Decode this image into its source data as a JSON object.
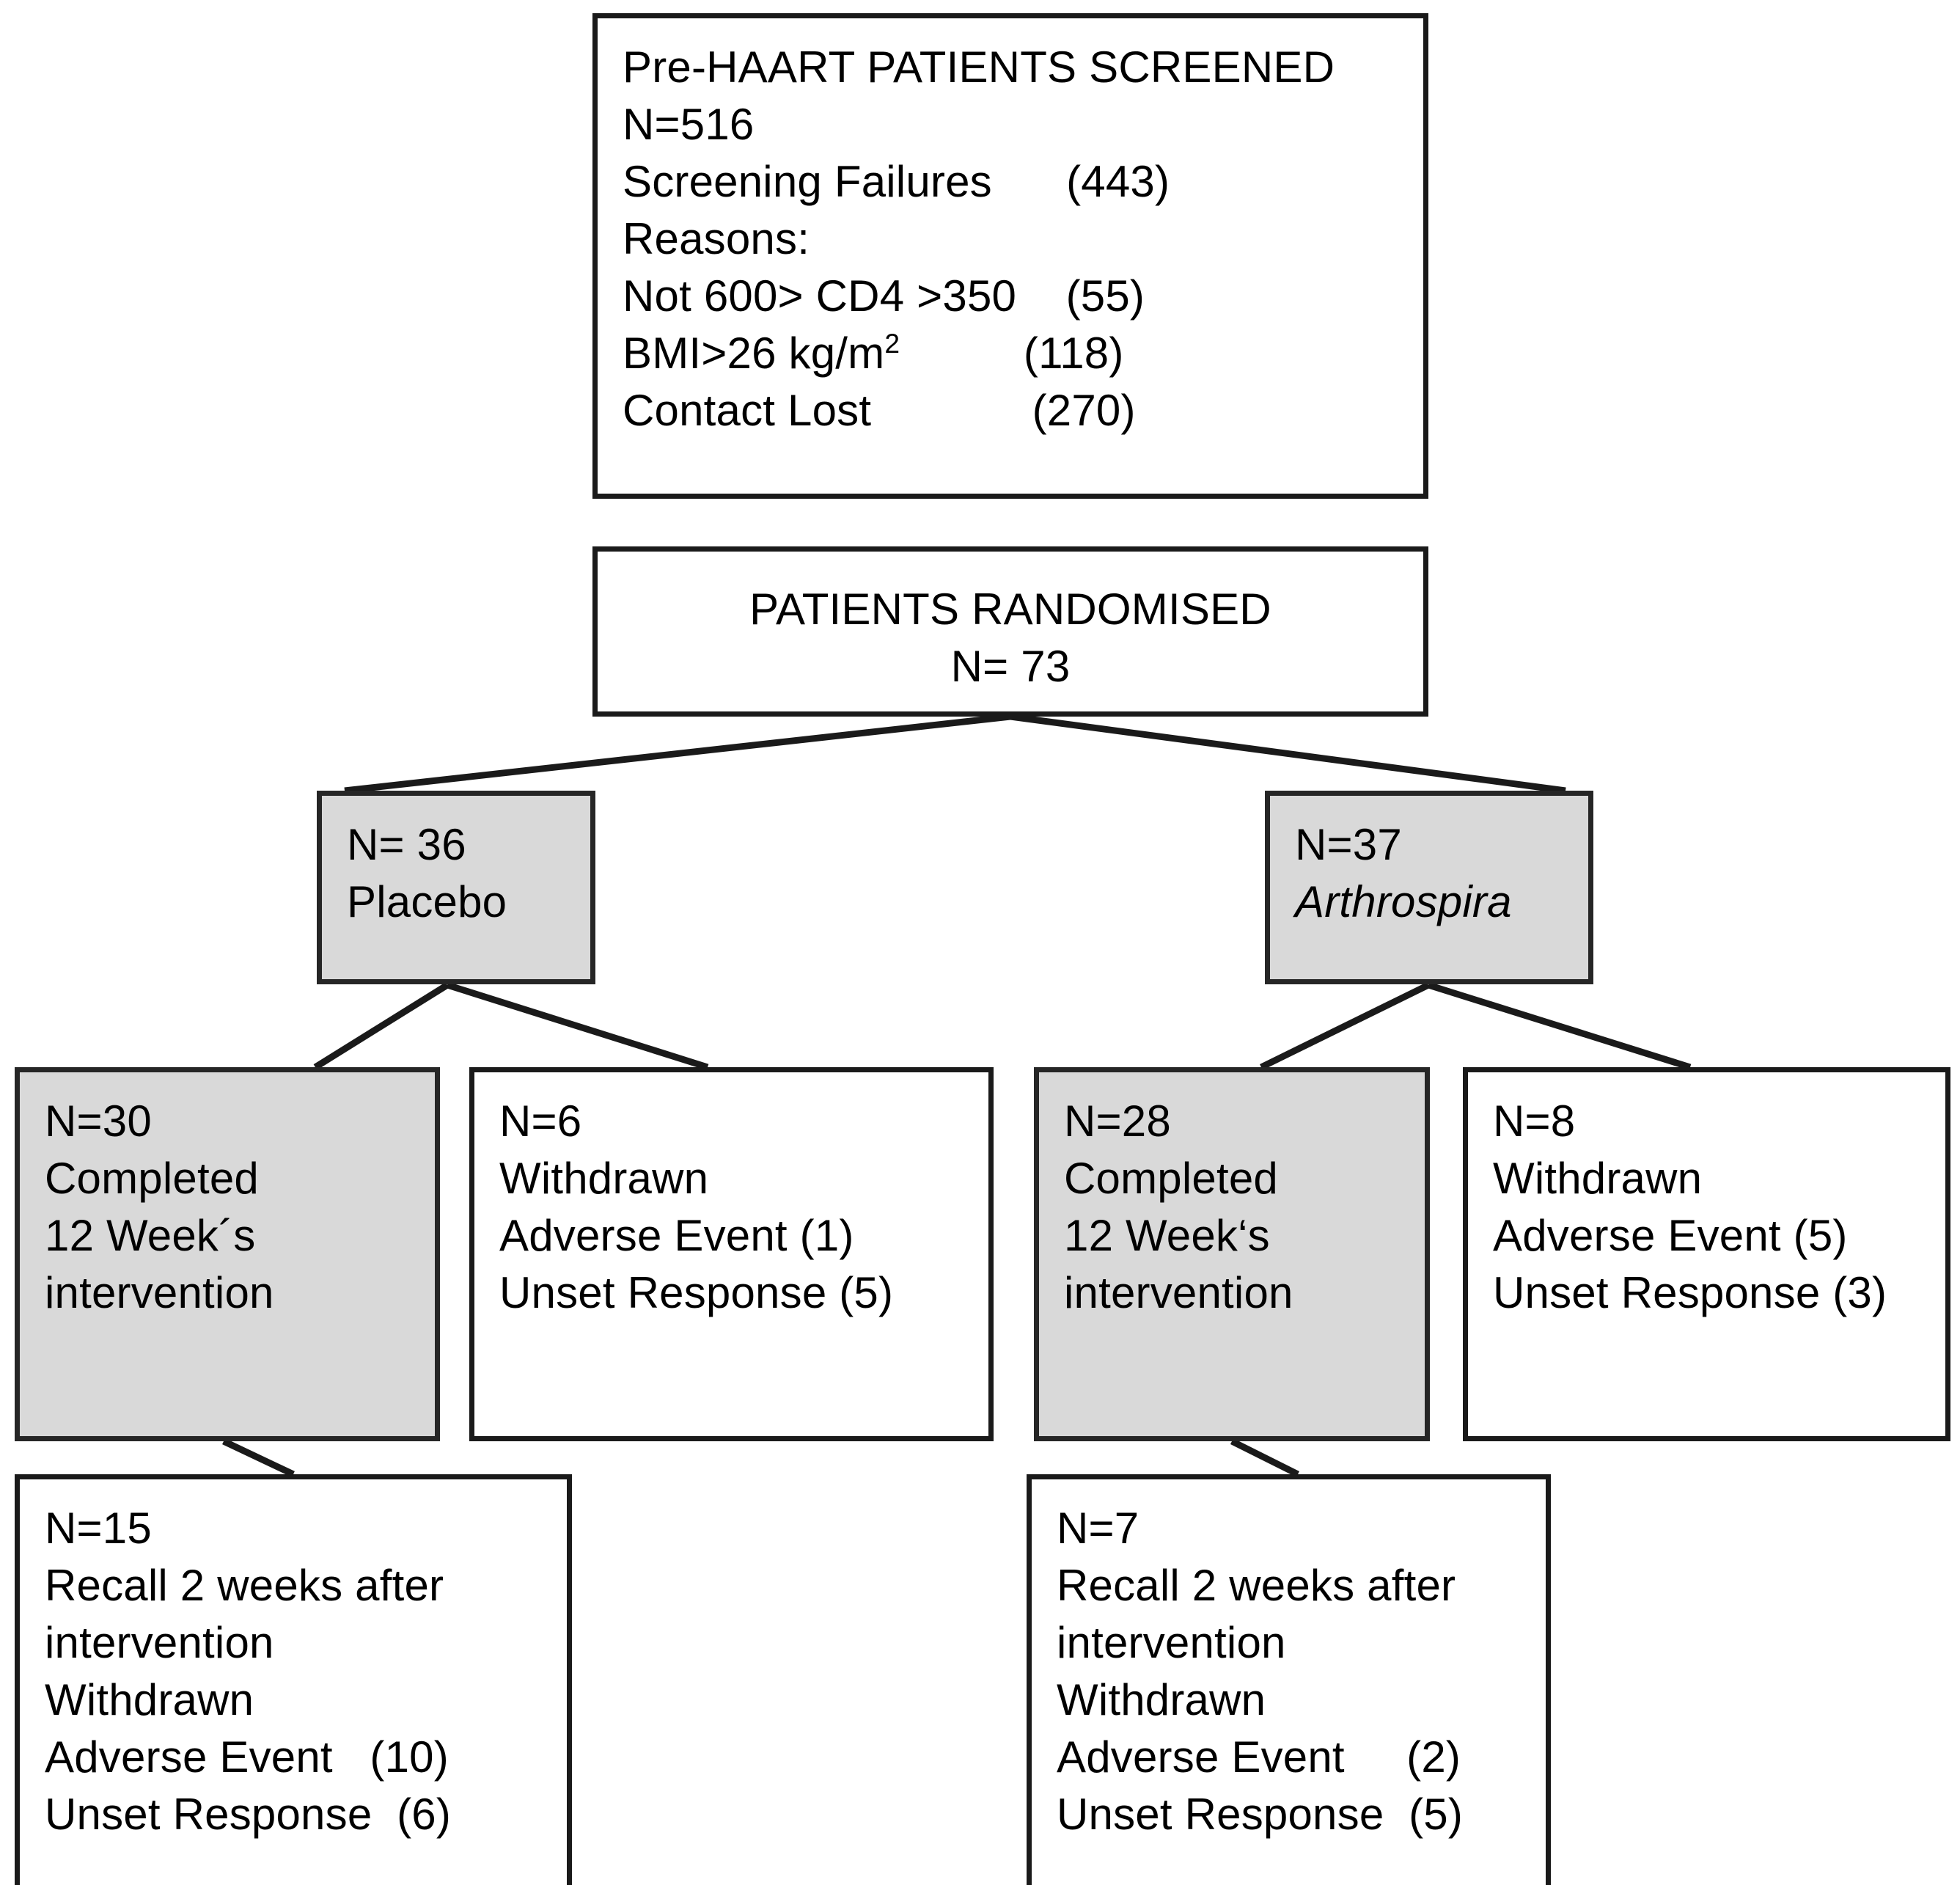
{
  "diagram": {
    "type": "consort-flow-diagram",
    "colors": {
      "box_border": "#1a1a1a",
      "box_fill_plain": "#ffffff",
      "box_fill_shaded": "#d9d9d9",
      "connector": "#1a1a1a",
      "text": "#000000"
    },
    "nodes": {
      "screened": {
        "shaded": false,
        "align": "left",
        "lines": [
          "Pre-HAART PATIENTS SCREENED",
          "N=516",
          "Screening Failures      (443)",
          "Reasons:",
          "Not 600> CD4 >350    (55)",
          "BMI>26 kg/m2          (118)",
          "Contact Lost             (270)"
        ]
      },
      "randomised": {
        "shaded": false,
        "align": "center",
        "lines": [
          "PATIENTS RANDOMISED",
          "N= 73"
        ]
      },
      "placebo": {
        "shaded": true,
        "align": "left",
        "lines": [
          "N= 36",
          "Placebo"
        ]
      },
      "arthrospira": {
        "shaded": true,
        "align": "left",
        "lines": [
          "N=37",
          "Arthrospira"
        ]
      },
      "completed_placebo": {
        "shaded": true,
        "align": "left",
        "lines": [
          "N=30",
          "Completed",
          "12 Week´s",
          "intervention"
        ]
      },
      "withdrawn_placebo": {
        "shaded": false,
        "align": "left",
        "lines": [
          "N=6",
          "Withdrawn",
          "Adverse Event (1)",
          "Unset Response (5)"
        ]
      },
      "completed_arthrospira": {
        "shaded": true,
        "align": "left",
        "lines": [
          "N=28",
          "Completed",
          "12 Week‘s",
          "intervention"
        ]
      },
      "withdrawn_arthrospira": {
        "shaded": false,
        "align": "left",
        "lines": [
          "N=8",
          "Withdrawn",
          "Adverse Event (5)",
          "Unset Response (3)"
        ]
      },
      "recall_placebo": {
        "shaded": false,
        "align": "left",
        "lines": [
          "N=15",
          "Recall 2 weeks after",
          "intervention",
          "Withdrawn",
          "Adverse Event   (10)",
          "Unset Response  (6)"
        ]
      },
      "recall_arthrospira": {
        "shaded": false,
        "align": "left",
        "lines": [
          "N=7",
          "Recall 2 weeks after",
          "intervention",
          "Withdrawn",
          "Adverse Event     (2)",
          "Unset Response  (5)"
        ]
      }
    },
    "edges": [
      {
        "name": "randomised-to-placebo",
        "from": "randomised",
        "to": "placebo"
      },
      {
        "name": "randomised-to-arthrospira",
        "from": "randomised",
        "to": "arthrospira"
      },
      {
        "name": "placebo-to-completed",
        "from": "placebo",
        "to": "completed_placebo"
      },
      {
        "name": "placebo-to-withdrawn",
        "from": "placebo",
        "to": "withdrawn_placebo"
      },
      {
        "name": "arthrospira-to-completed",
        "from": "arthrospira",
        "to": "completed_arthrospira"
      },
      {
        "name": "arthrospira-to-withdrawn",
        "from": "arthrospira",
        "to": "withdrawn_arthrospira"
      },
      {
        "name": "completed-placebo-to-recall",
        "from": "completed_placebo",
        "to": "recall_placebo"
      },
      {
        "name": "completed-arthrospira-to-recall",
        "from": "completed_arthrospira",
        "to": "recall_arthrospira"
      }
    ]
  }
}
